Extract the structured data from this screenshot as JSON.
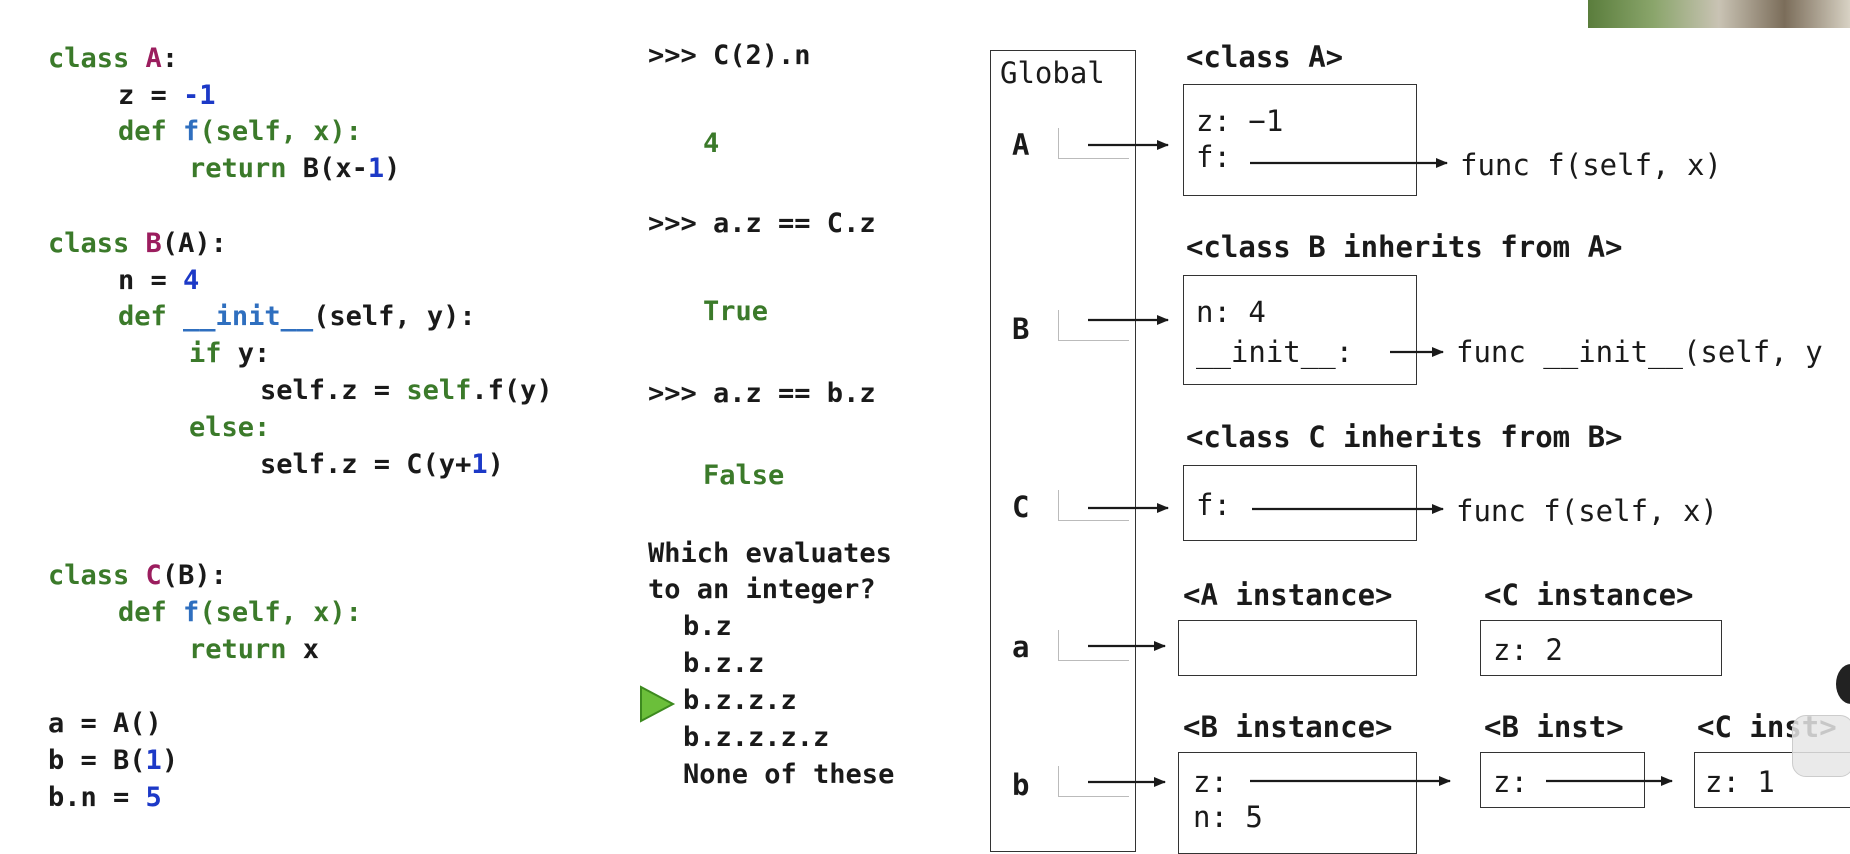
{
  "code": {
    "classA": {
      "kw": "class",
      "name": "A",
      "colon": ":"
    },
    "a_z": {
      "lhs": "z = ",
      "val": "-1"
    },
    "a_def": {
      "kw": "def",
      "name": "f",
      "args": "(self, x):"
    },
    "a_ret": {
      "kw": "return",
      "rest1": " B(x-",
      "num": "1",
      "rest2": ")"
    },
    "classB": {
      "kw": "class",
      "name": "B",
      "rest": "(A):"
    },
    "b_n": {
      "lhs": "n = ",
      "val": "4"
    },
    "b_def": {
      "kw": "def",
      "name": "__init__",
      "args": "(self, y):"
    },
    "b_if": {
      "kw": "if",
      "rest": " y:"
    },
    "b_self1": {
      "lhs": "self.z = ",
      "kw": "self",
      "rest": ".f(y)"
    },
    "b_else": {
      "kw": "else:"
    },
    "b_self2": {
      "lhs": "self.z = C(y+",
      "num": "1",
      "rest": ")"
    },
    "classC": {
      "kw": "class",
      "name": "C",
      "rest": "(B):"
    },
    "c_def": {
      "kw": "def",
      "name": "f",
      "args": "(self, x):"
    },
    "c_ret": {
      "kw": "return",
      "rest": " x"
    },
    "line_a": {
      "text": "a = A()"
    },
    "line_b": {
      "pre": "b = B(",
      "num": "1",
      "post": ")"
    },
    "line_bn": {
      "pre": "b.n = ",
      "num": "5"
    }
  },
  "repl": {
    "q1": ">>> C(2).n",
    "a1": "4",
    "q2": ">>> a.z == C.z",
    "a2": "True",
    "q3": ">>> a.z == b.z",
    "a3": "False",
    "question_line1": "Which evaluates",
    "question_line2": "to an integer?",
    "options": [
      "b.z",
      "b.z.z",
      "b.z.z.z",
      "b.z.z.z.z",
      "None of these"
    ],
    "selected_option_index": 2
  },
  "diagram": {
    "global_title": "Global",
    "names": [
      "A",
      "B",
      "C",
      "a",
      "b"
    ],
    "classA": {
      "title": "<class A>",
      "attr1": "z: −1",
      "attr2": "f:",
      "target": "func f(self, x)"
    },
    "classB": {
      "title": "<class B inherits from A>",
      "attr1": "n: 4",
      "attr2": "__init__:",
      "target": "func __init__(self, y"
    },
    "classC": {
      "title": "<class C inherits from B>",
      "attr1": "f:",
      "target": "func f(self, x)"
    },
    "instA": {
      "title": "<A instance>"
    },
    "instC": {
      "title": "<C instance>",
      "attr1": "z: 2"
    },
    "instB": {
      "title": "<B instance>",
      "attr1": "z:",
      "attr2": "n: 5"
    },
    "instB2": {
      "title": "<B inst>",
      "attr1": "z:"
    },
    "instC2": {
      "title": "<C inst>",
      "attr1": "z: 1"
    }
  },
  "colors": {
    "keyword": "#3b7a2a",
    "class_name": "#9b1d5e",
    "number": "#1c39c7",
    "dunder": "#2f6fbf",
    "marker": "#6bbf3a"
  }
}
